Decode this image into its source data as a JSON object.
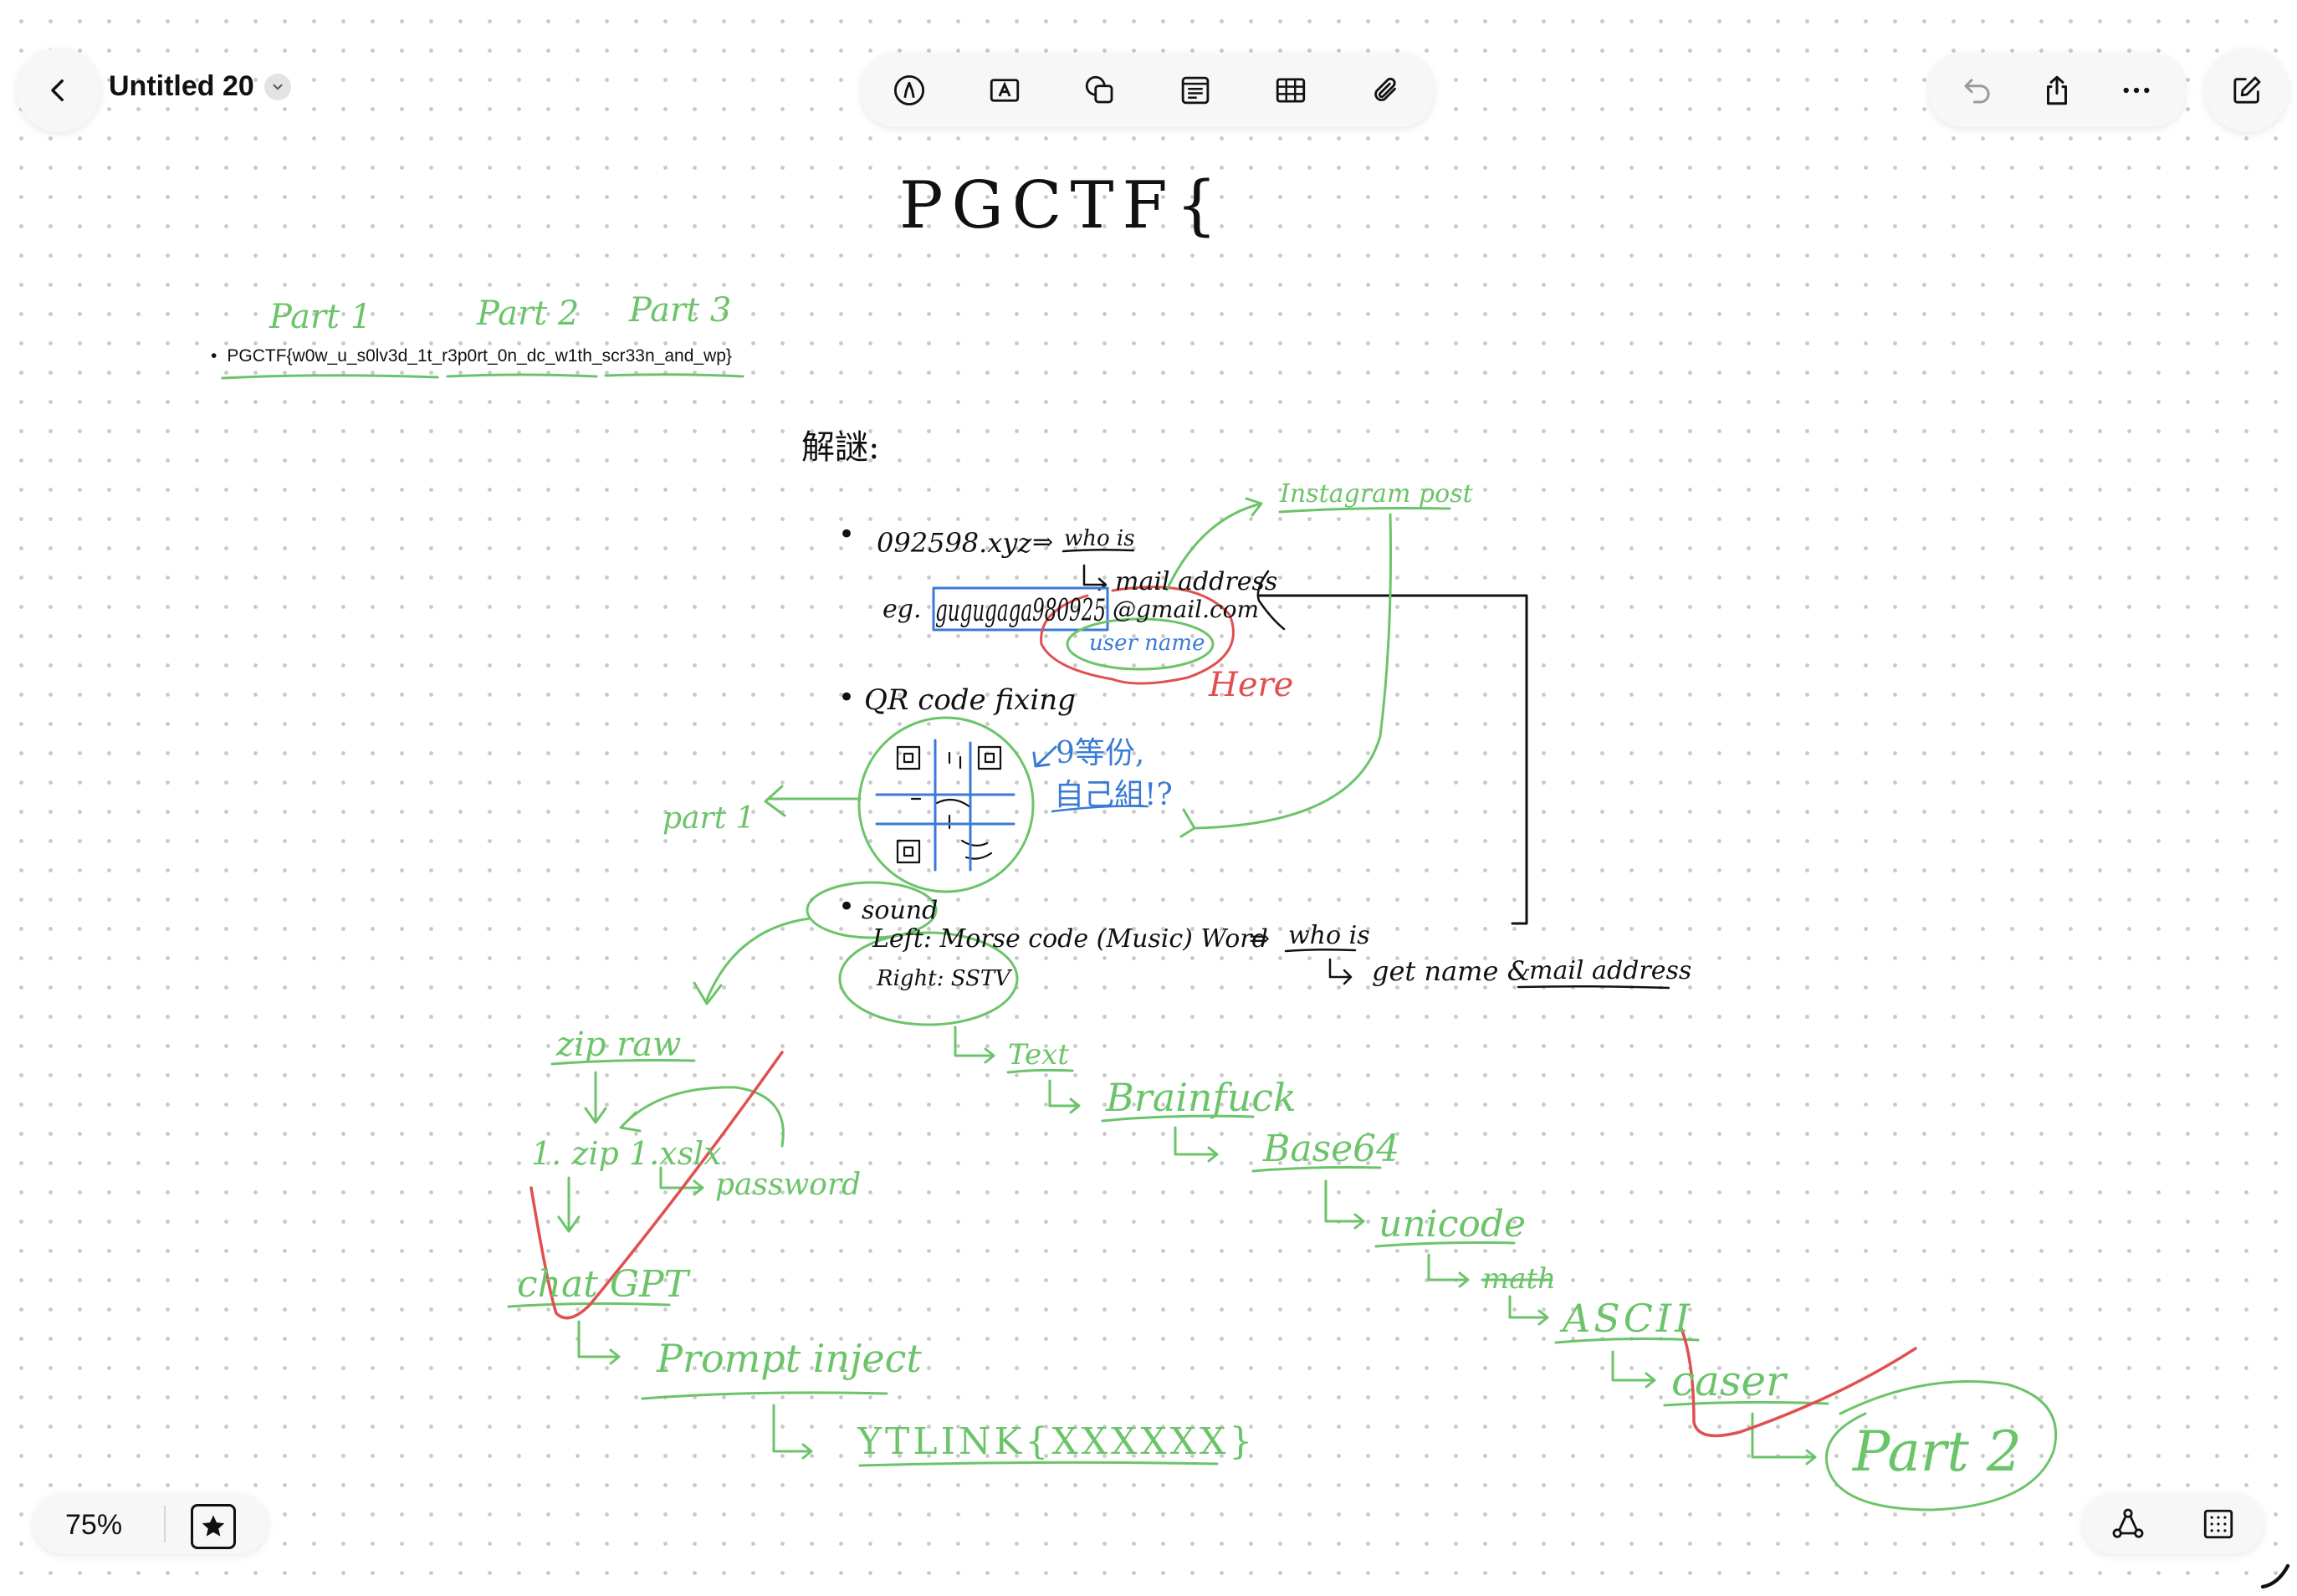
{
  "document": {
    "title": "Untitled 20"
  },
  "toolbar": {
    "tools": [
      {
        "name": "pen-tool-icon"
      },
      {
        "name": "text-box-icon"
      },
      {
        "name": "shapes-icon"
      },
      {
        "name": "sticky-note-icon"
      },
      {
        "name": "table-icon"
      },
      {
        "name": "attachment-icon"
      }
    ],
    "right": [
      "undo-icon",
      "share-icon",
      "more-icon"
    ]
  },
  "canvas": {
    "heading": "PGCTF{",
    "flag_text": "PGCTF{w0w_u_s0lv3d_1t_r3p0rt_0n_dc_w1th_scr33n_and_wp}",
    "part_labels": [
      "Part 1",
      "Part 2",
      "Part 3"
    ],
    "solve_label": "解謎:",
    "domain_line": "092598.xyz",
    "whois1": "who is",
    "mail_address": "mail address",
    "eg_label": "eg.",
    "email_user": "gugugaga980925",
    "email_domain": "@gmail.com",
    "username": "user name",
    "here": "Here",
    "instagram": "Instagram post",
    "qr_label": "QR code fixing",
    "nine_parts": "9等份,",
    "self_assemble": "自己組!?",
    "part1_side": "part 1",
    "sound": "sound",
    "left_line": "Left: Morse code (Music) Word",
    "whois2": "who is",
    "right_line": "Right: SSTV",
    "get_name": "get name &",
    "mail_address2": "mail address",
    "zip_raw": "zip raw",
    "zip_xlsx": "1. zip 1.xslx",
    "password": "password",
    "chatgpt": "chat GPT",
    "prompt_inject": "Prompt inject",
    "ytlink": "YTLINK{XXXXXX}",
    "text_node": "Text",
    "brainfuck": "Brainfuck",
    "base64": "Base64",
    "unicode": "unicode",
    "math": "math",
    "ascii": "ASCII",
    "caser": "caser",
    "part2": "Part 2"
  },
  "status": {
    "zoom": "75%"
  },
  "colors": {
    "green": "#6cc46a",
    "blue": "#3a7bd5",
    "red": "#e05050",
    "ink": "#111111",
    "chrome": "#f7f7f7"
  }
}
